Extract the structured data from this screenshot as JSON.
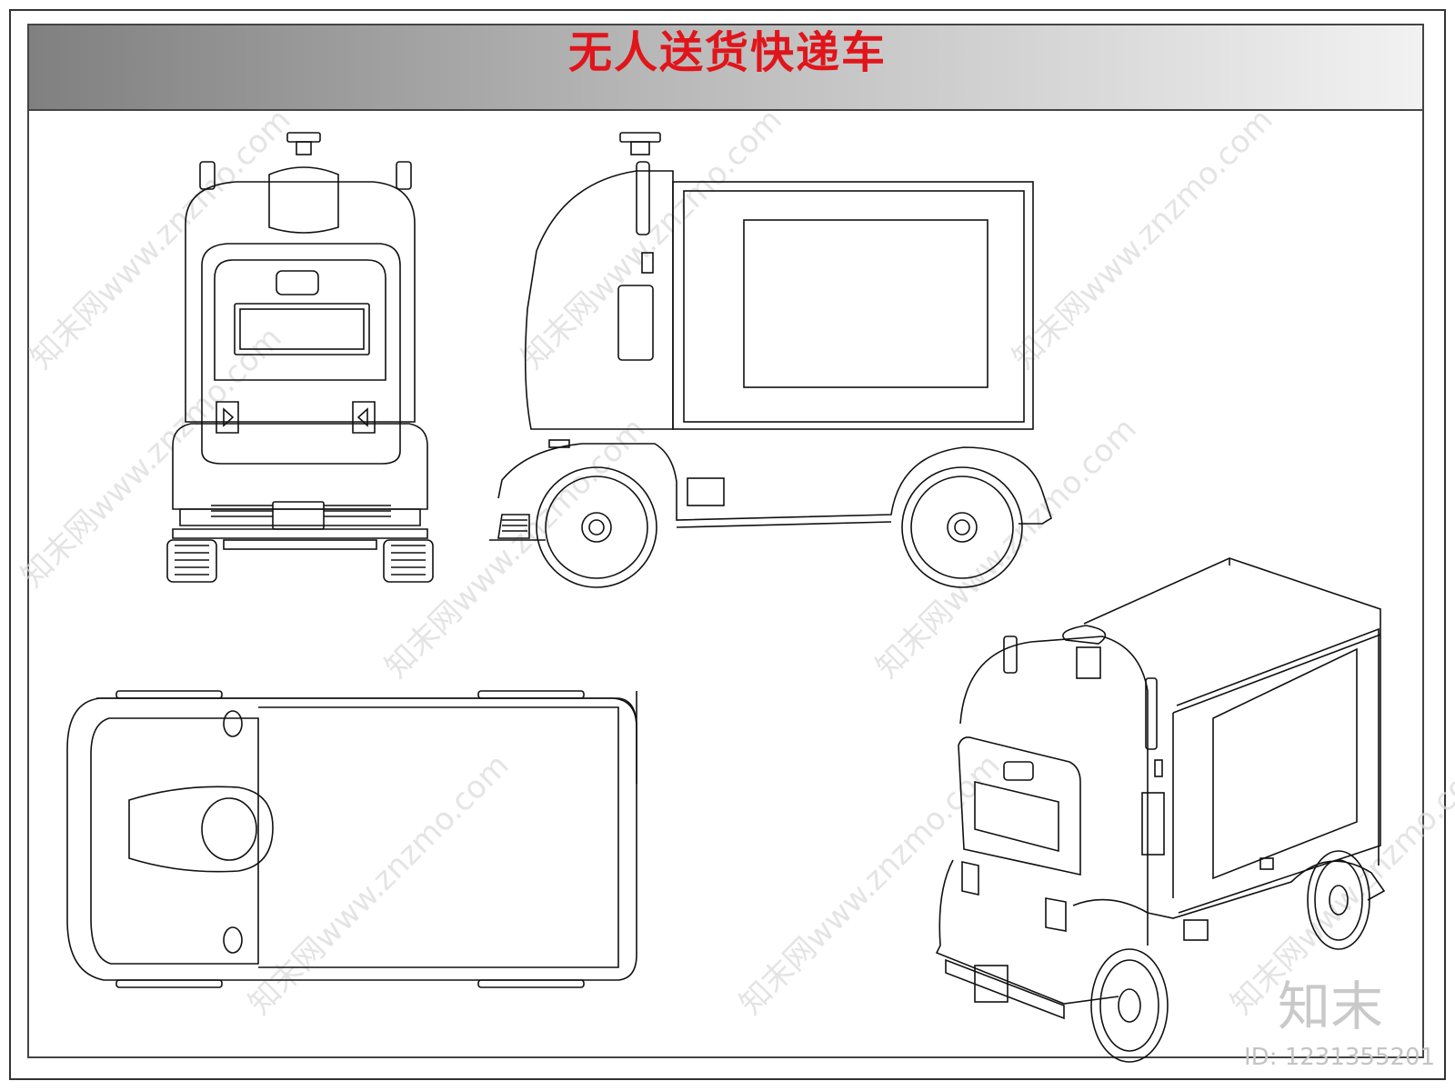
{
  "title": "无人送货快递车",
  "watermark": "知末网www.znzmo.com",
  "brand": "知末",
  "image_id": "ID: 1231355201",
  "title_color": "#e0151b",
  "views": [
    "front-view",
    "side-view",
    "top-view",
    "perspective-view"
  ]
}
